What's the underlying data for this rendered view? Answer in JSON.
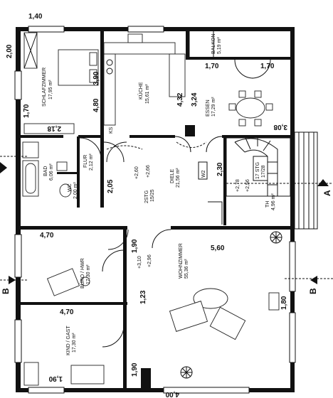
{
  "rooms": {
    "schlafzimmer": {
      "name": "SCHLAFZIMMER",
      "area": "17,95 m²"
    },
    "kueche": {
      "name": "KÜCHE",
      "area": "15,61 m²"
    },
    "balkon": {
      "name": "BALKON",
      "area": "5,19 m²"
    },
    "essen": {
      "name": "ESSEN",
      "area": "17,29 m²"
    },
    "bad": {
      "name": "BAD",
      "area": "6,06 m²"
    },
    "wc": {
      "name": "WC",
      "area": "2,00 m²"
    },
    "flur": {
      "name": "FLUR",
      "area": "2,12 m²"
    },
    "diele": {
      "name": "DIELE",
      "area": "21,56 m²"
    },
    "th": {
      "name": "TH",
      "area": "4,96 m²"
    },
    "buero": {
      "name": "BÜRO / HWR",
      "area": "17,30 m²"
    },
    "wohnzimmer": {
      "name": "WOHNZIMMER",
      "area": "55,36 m²"
    },
    "kind": {
      "name": "KIND / GAST",
      "area": "17,30 m²"
    }
  },
  "dimensions": {
    "top_left": "1,40",
    "left_200": "2,00",
    "left_170": "1,70",
    "d390": "3,90",
    "d480": "4,80",
    "d432": "4,32",
    "d324": "3,24",
    "d170a": "1,70",
    "d170b": "1,70",
    "d308": "3,08",
    "d218": "2,18",
    "d230": "2,30",
    "d205": "2,05",
    "d470a": "4,70",
    "d560": "5,60",
    "d190a": "1,90",
    "d123": "1,23",
    "d470b": "4,70",
    "d180": "1,80",
    "d190b": "1,90",
    "d190c": "1,90",
    "d400": "4,00"
  },
  "annotations": {
    "ks": "KS",
    "w2": "W2",
    "h260": "+2,60",
    "h266": "+2,66",
    "stg": "2STG",
    "stg_b": "15/25",
    "h278": "+2,78",
    "h256": "+2,56",
    "stg17a": "17 STG",
    "stg17b": "17/28",
    "h310": "+3,10",
    "h296": "+2,96"
  },
  "sections": {
    "a": "A",
    "b_left": "B",
    "b_right": "B"
  }
}
